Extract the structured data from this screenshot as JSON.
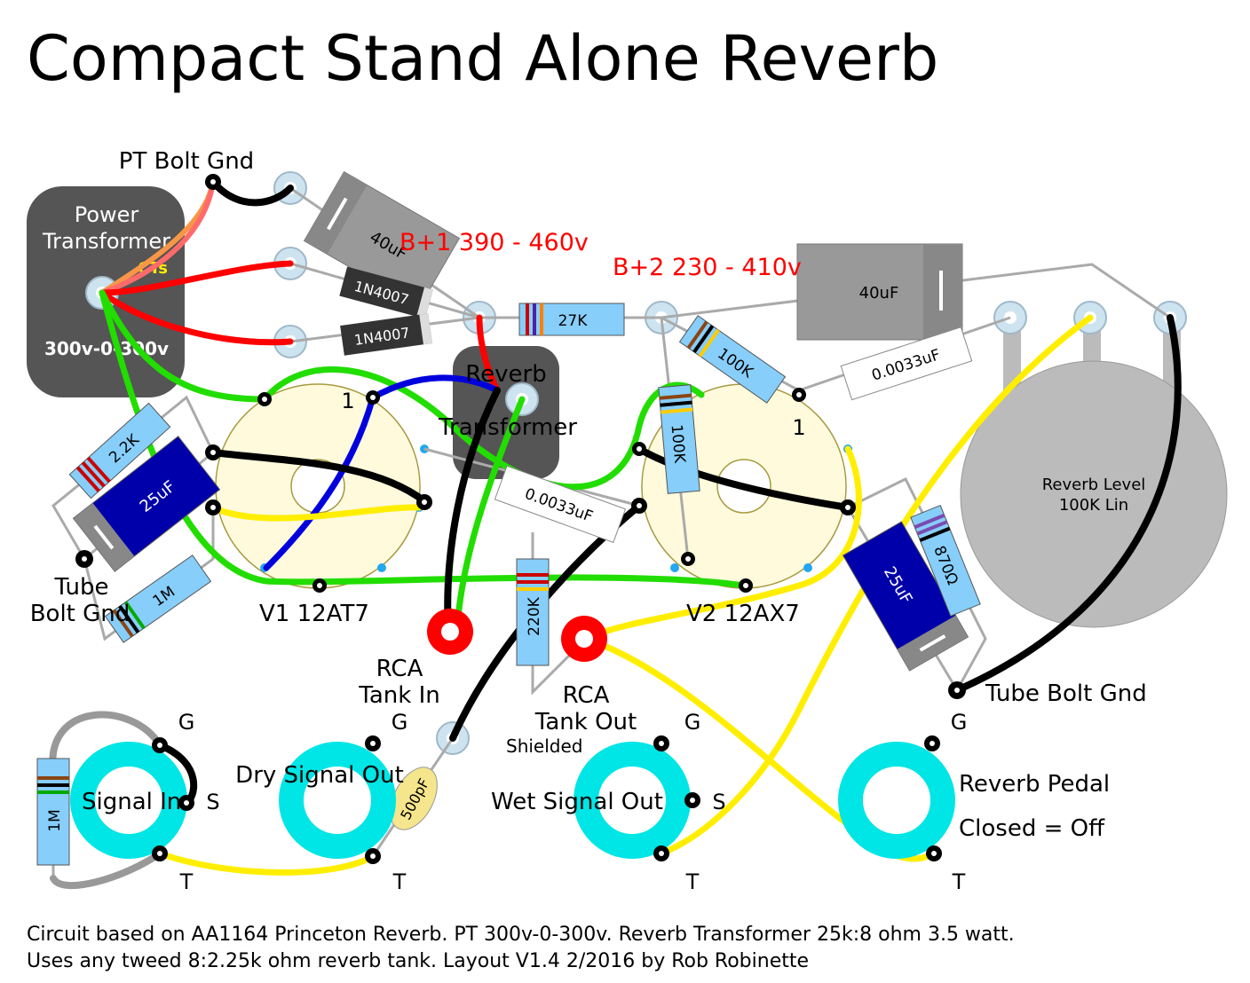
{
  "title": "Compact Stand Alone Reverb",
  "voltages": {
    "b1": "B+1 390 - 460v",
    "b2": "B+2 230 - 410v"
  },
  "labels": {
    "pt_bolt_gnd": "PT Bolt Gnd",
    "power_transformer_1": "Power",
    "power_transformer_2": "Transformer",
    "cts": "CTs",
    "pt_secondary": "300v-0-300v",
    "reverb_transformer_1": "Reverb",
    "reverb_transformer_2": "Transformer",
    "tube_bolt_gnd_left_1": "Tube",
    "tube_bolt_gnd_left_2": "Bolt Gnd",
    "tube_bolt_gnd_right": "Tube Bolt Gnd",
    "v1": "V1  12AT7",
    "v2": "V2  12AX7",
    "pin1_a": "1",
    "pin1_b": "1",
    "rca_in_1": "RCA",
    "rca_in_2": "Tank In",
    "rca_out_1": "RCA",
    "rca_out_2": "Tank Out",
    "shielded": "Shielded",
    "pot_1": "Reverb Level",
    "pot_2": "100K Lin"
  },
  "components": {
    "cap_40uf_a": "40uF",
    "cap_40uf_b": "40uF",
    "diode_1": "1N4007",
    "diode_2": "1N4007",
    "res_27k": "27K",
    "res_100k_a": "100K",
    "res_100k_b": "100K",
    "cap_0033_a": "0.0033uF",
    "cap_0033_b": "0.0033uF",
    "res_2_2k": "2.2K",
    "cap_25uf_a": "25uF",
    "cap_25uf_b": "25uF",
    "res_1m_a": "1M",
    "res_1m_b": "1M",
    "res_220k": "220K",
    "res_870": "870Ω",
    "cap_500pf": "500pF"
  },
  "jacks": {
    "signal_in": "Signal In",
    "dry_out": "Dry Signal Out",
    "wet_out": "Wet Signal Out",
    "pedal_1": "Reverb Pedal",
    "pedal_2": "Closed = Off",
    "g": "G",
    "s": "S",
    "t": "T"
  },
  "footer": {
    "line1": "Circuit based on AA1164 Princeton Reverb. PT 300v-0-300v. Reverb Transformer 25k:8 ohm 3.5 watt.",
    "line2": "Uses any tweed 8:2.25k ohm reverb tank. Layout V1.4 2/2016 by Rob Robinette"
  },
  "colors": {
    "wire_red": "#ff0000",
    "wire_green": "#22dd00",
    "wire_yellow": "#ffee00",
    "wire_blue": "#0000dd",
    "wire_black": "#000000",
    "jack_cyan": "#00e5e5",
    "resistor_blue": "#87cefa",
    "cap_blue": "#0000aa",
    "socket": "#fffadc",
    "transformer": "#555555"
  }
}
